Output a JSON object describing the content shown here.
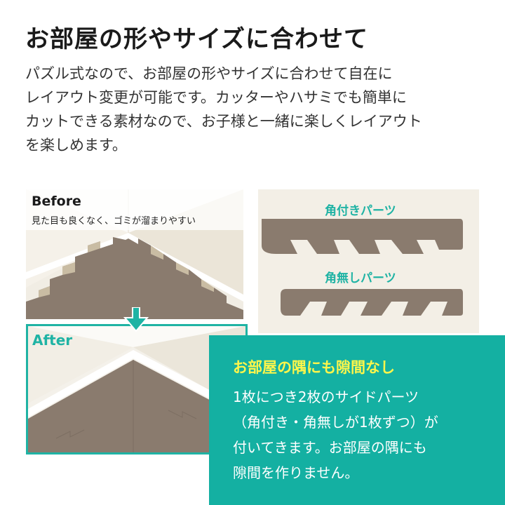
{
  "heading": "お部屋の形やサイズに合わせて",
  "description_lines": [
    "パズル式なので、お部屋の形やサイズに合わせて自在に",
    "レイアウト変更が可能です。カッターやハサミでも簡単に",
    "カットできる素材なので、お子様と一緒に楽しくレイアウト",
    "を楽しめます。"
  ],
  "before": {
    "title": "Before",
    "subtitle": "見た目も良くなく、ゴミが溜まりやすい"
  },
  "after": {
    "title": "After"
  },
  "parts": {
    "corner_label": "角付きパーツ",
    "plain_label": "角無しパーツ"
  },
  "callout": {
    "title": "お部屋の隅にも隙間なし",
    "lines": [
      "1枚につき2枚のサイドパーツ",
      "（角付き・角無しが1枚ずつ）が",
      "付いてきます。お部屋の隅にも",
      "隙間を作りません。"
    ]
  },
  "colors": {
    "accent": "#1fb3a4",
    "callout_bg": "#14b0a2",
    "callout_title": "#fff64a",
    "mat": "#8a7b6e"
  }
}
